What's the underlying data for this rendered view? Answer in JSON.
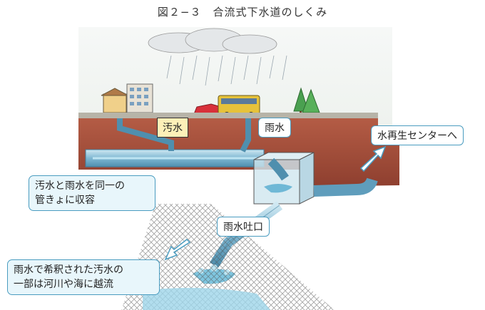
{
  "title": "図２−３　合流式下水道のしくみ",
  "labels": {
    "sewage": "汚水",
    "rain": "雨水",
    "treatment_center": "水再生センターへ",
    "combined_pipe_line1": "汚水と雨水を同一の",
    "combined_pipe_line2": "管きょに収容",
    "overflow_outlet": "雨水吐口",
    "overflow_line1": "雨水で希釈された汚水の",
    "overflow_line2": "一部は河川や海に越流"
  },
  "colors": {
    "ground_brown": "#a8523e",
    "pipe_blue": "#6aa8c8",
    "water_blue": "#8fd0e8",
    "label_yellow": "#fdf0b8",
    "label_blue": "#e8f6fb"
  }
}
